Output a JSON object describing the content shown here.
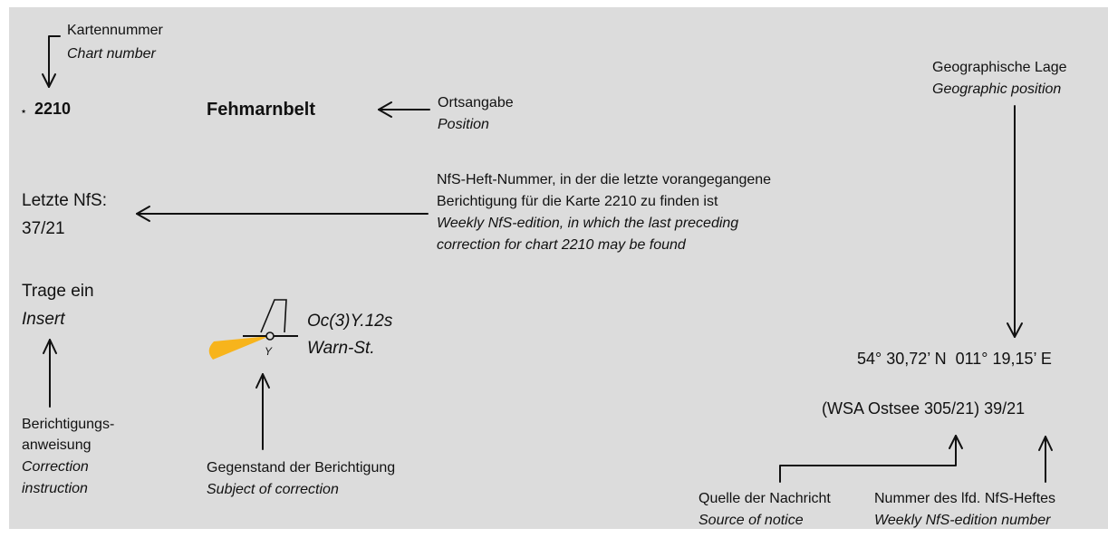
{
  "chart_number": {
    "label_de": "Kartennummer",
    "label_en": "Chart number",
    "star": "⋆",
    "value": "2210"
  },
  "position": {
    "title": "Fehmarnbelt",
    "label_de": "Ortsangabe",
    "label_en": "Position"
  },
  "geo": {
    "label_de": "Geographische Lage",
    "label_en": "Geographic position",
    "value": "54° 30,72’ N  011° 19,15’ E"
  },
  "last_nfs": {
    "line1": "Letzte NfS:",
    "line2": "37/21",
    "desc_de_1": "NfS-Heft-Nummer, in der die letzte vorangegangene",
    "desc_de_2": "Berichtigung für die Karte 2210 zu finden ist",
    "desc_en_1": "Weekly NfS-edition, in which the last preceding",
    "desc_en_2": "correction for chart 2210 may be found"
  },
  "instruction": {
    "insert_de": "Trage ein",
    "insert_en": "Insert",
    "label_de_1": "Berichtigungs-",
    "label_de_2": "anweisung",
    "label_en_1": "Correction",
    "label_en_2": "instruction"
  },
  "subject": {
    "light_char": "Oc(3)Y.12s",
    "name": "Warn-St.",
    "symbol_letter": "Y",
    "label_de": "Gegenstand der Berichtigung",
    "label_en": "Subject of correction"
  },
  "source": {
    "value": "(WSA Ostsee 305/21) 39/21",
    "source_de": "Quelle der Nachricht",
    "source_en": "Source of notice",
    "edition_de": "Nummer des lfd. NfS-Heftes",
    "edition_en": "Weekly NfS-edition number"
  },
  "colors": {
    "panel": "#dcdcdc",
    "sector_light": "#f7b41c",
    "ink": "#111111"
  }
}
